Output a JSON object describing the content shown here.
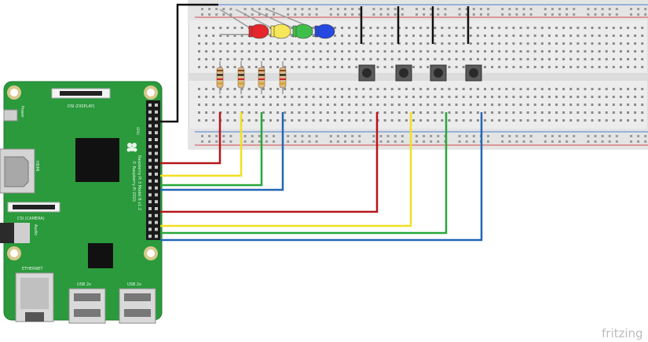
{
  "board": {
    "dsi_label": "DSI (DISPLAY)",
    "csi_label": "CSI (CAMERA)",
    "power_label": "Power",
    "hdmi_label": "HDMI",
    "audio_label": "Audio",
    "ethernet_label": "ETHERNET",
    "usb_left_label": "USB 2x",
    "usb_right_label": "USB 2x",
    "model_line1": "Raspberry Pi 3 Model B v1.2",
    "model_line2": "© Raspberry Pi 2015",
    "gpio_label": "GPIO"
  },
  "components": {
    "leds": [
      "red",
      "yellow",
      "green",
      "blue"
    ],
    "resistor_count": 4,
    "button_count": 4
  },
  "colors": {
    "pcb": "#2a9a3c",
    "red_wire": "#b5161b",
    "yellow_wire": "#f2e01e",
    "green_wire": "#27a83a",
    "blue_wire": "#2366b5",
    "black_wire": "#111111",
    "breadboard": "#ededed"
  },
  "watermark": "fritzing"
}
